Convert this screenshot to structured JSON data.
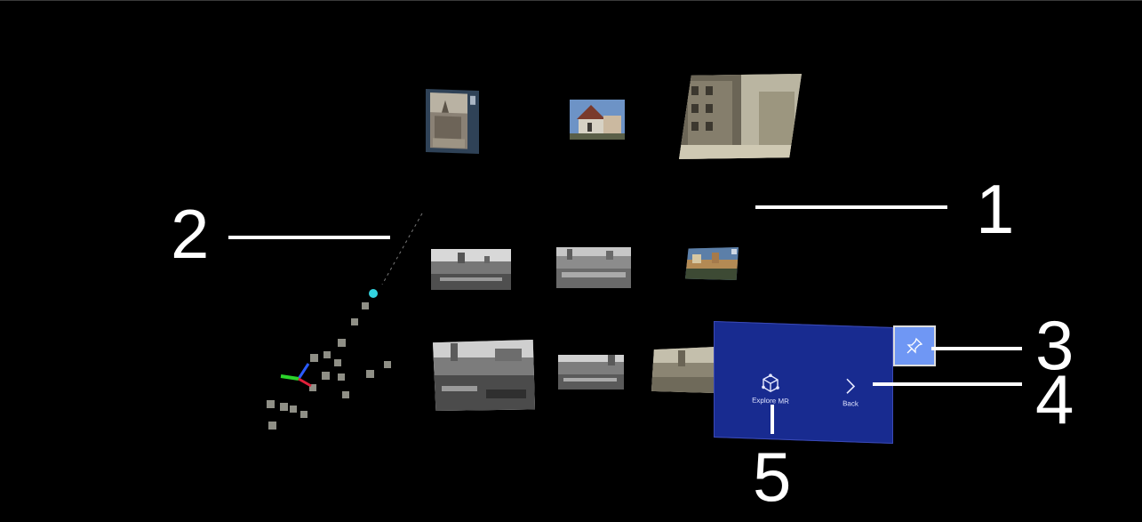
{
  "menu": {
    "explore_label": "Explore MR",
    "back_label": "Back"
  },
  "callouts": [
    "1",
    "2",
    "3",
    "4",
    "5"
  ],
  "icons": {
    "explore": "cube-network-icon",
    "back": "chevron-right-icon",
    "pin": "pin-icon"
  },
  "colors": {
    "background": "#000000",
    "panel": "#182b90",
    "pin_button": "#6f97f4",
    "camera_marker": "#33d4e0",
    "axis_x": "#e0203a",
    "axis_y": "#2bd42b",
    "axis_z": "#2a5bff"
  }
}
